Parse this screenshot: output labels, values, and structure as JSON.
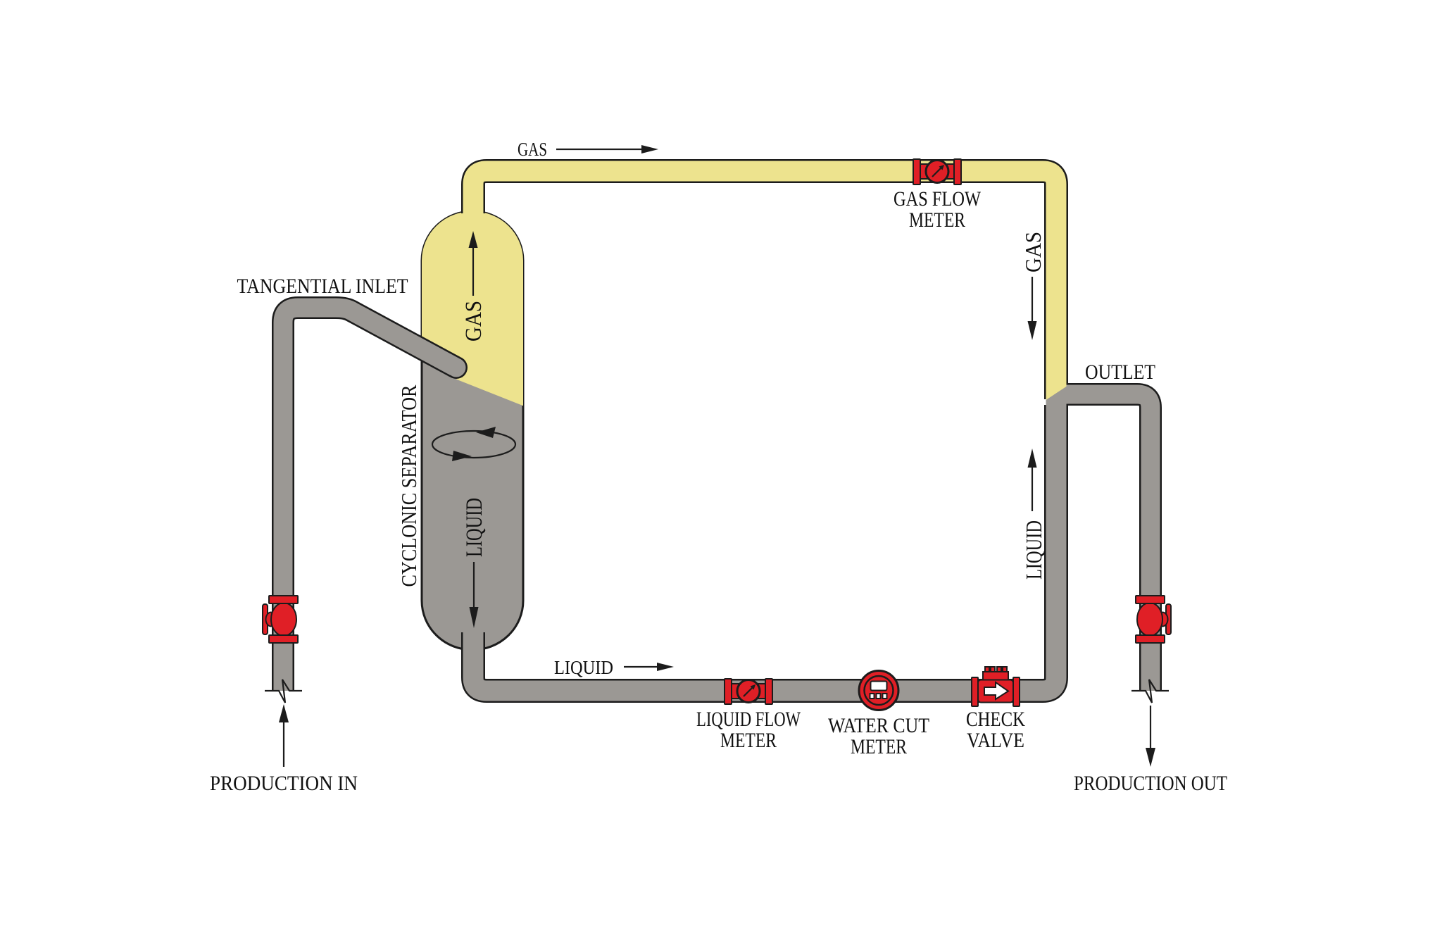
{
  "diagram": {
    "type": "process-flow-diagram",
    "subject": "cyclonic separator with production metering loop",
    "colors": {
      "gas": "#EDE38E",
      "liquid": "#9B9894",
      "equipment_red": "#E01F26",
      "outline": "#1C1C1C",
      "text": "#111111",
      "background": "#FFFFFF"
    },
    "labels": {
      "tangential_inlet": "TANGENTIAL INLET",
      "gas_flow_direction": "GAS",
      "gas_flow_meter_line1": "GAS FLOW",
      "gas_flow_meter_line2": "METER",
      "separator_gas_zone": "GAS",
      "separator_liquid_zone": "LIQUID",
      "cyclonic_separator": "CYCLONIC SEPARATOR",
      "liquid_flow_direction": "LIQUID",
      "liquid_flow_meter_line1": "LIQUID FLOW",
      "liquid_flow_meter_line2": "METER",
      "water_cut_meter_line1": "WATER CUT",
      "water_cut_meter_line2": "METER",
      "check_valve_line1": "CHECK",
      "check_valve_line2": "VALVE",
      "gas_riser": "GAS",
      "outlet": "OUTLET",
      "liquid_riser": "LIQUID",
      "production_in": "PRODUCTION IN",
      "production_out": "PRODUCTION OUT"
    }
  }
}
